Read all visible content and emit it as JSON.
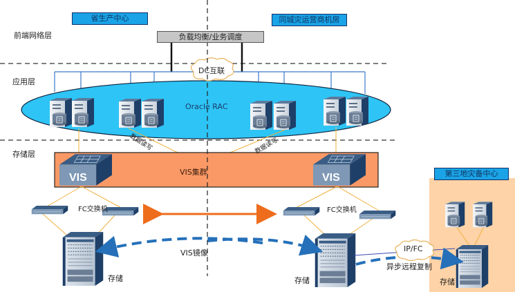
{
  "sites": {
    "primary": "省生产中心",
    "secondary": "同城灾运营商机房",
    "third": "第三地灾备中心"
  },
  "layers": {
    "frontend": "前端网络层",
    "application": "应用层",
    "storage": "存储层"
  },
  "frontend": {
    "load_balancer": "负载均衡/业务调度",
    "dc_interconnect": "DC互联"
  },
  "application": {
    "cluster_label": "Oracle RAC",
    "data_rw_left": "数据读写",
    "data_rw_right": "数据读写"
  },
  "storage_layer": {
    "vis_cluster_label": "VIS集群",
    "vis_node_label": "VIS",
    "fc_switch_left": "FC交换机",
    "fc_switch_right": "FC交换机",
    "vis_mirror": "VIS镜像",
    "storage_left": "存储",
    "storage_right": "存储",
    "storage_third": "存储",
    "ip_fc": "IP/FC",
    "async_replication": "异步远程复制"
  },
  "colors": {
    "site_label_bg": "#1aa3e6",
    "rac_ellipse": "#2ec4f5",
    "vis_cluster_bg": "#fb9966",
    "third_site_bg": "#fdd3a7",
    "orange_arrow": "#ed6d1d",
    "mirror_arrow": "#2570b9",
    "fc_link": "#f0b040"
  }
}
